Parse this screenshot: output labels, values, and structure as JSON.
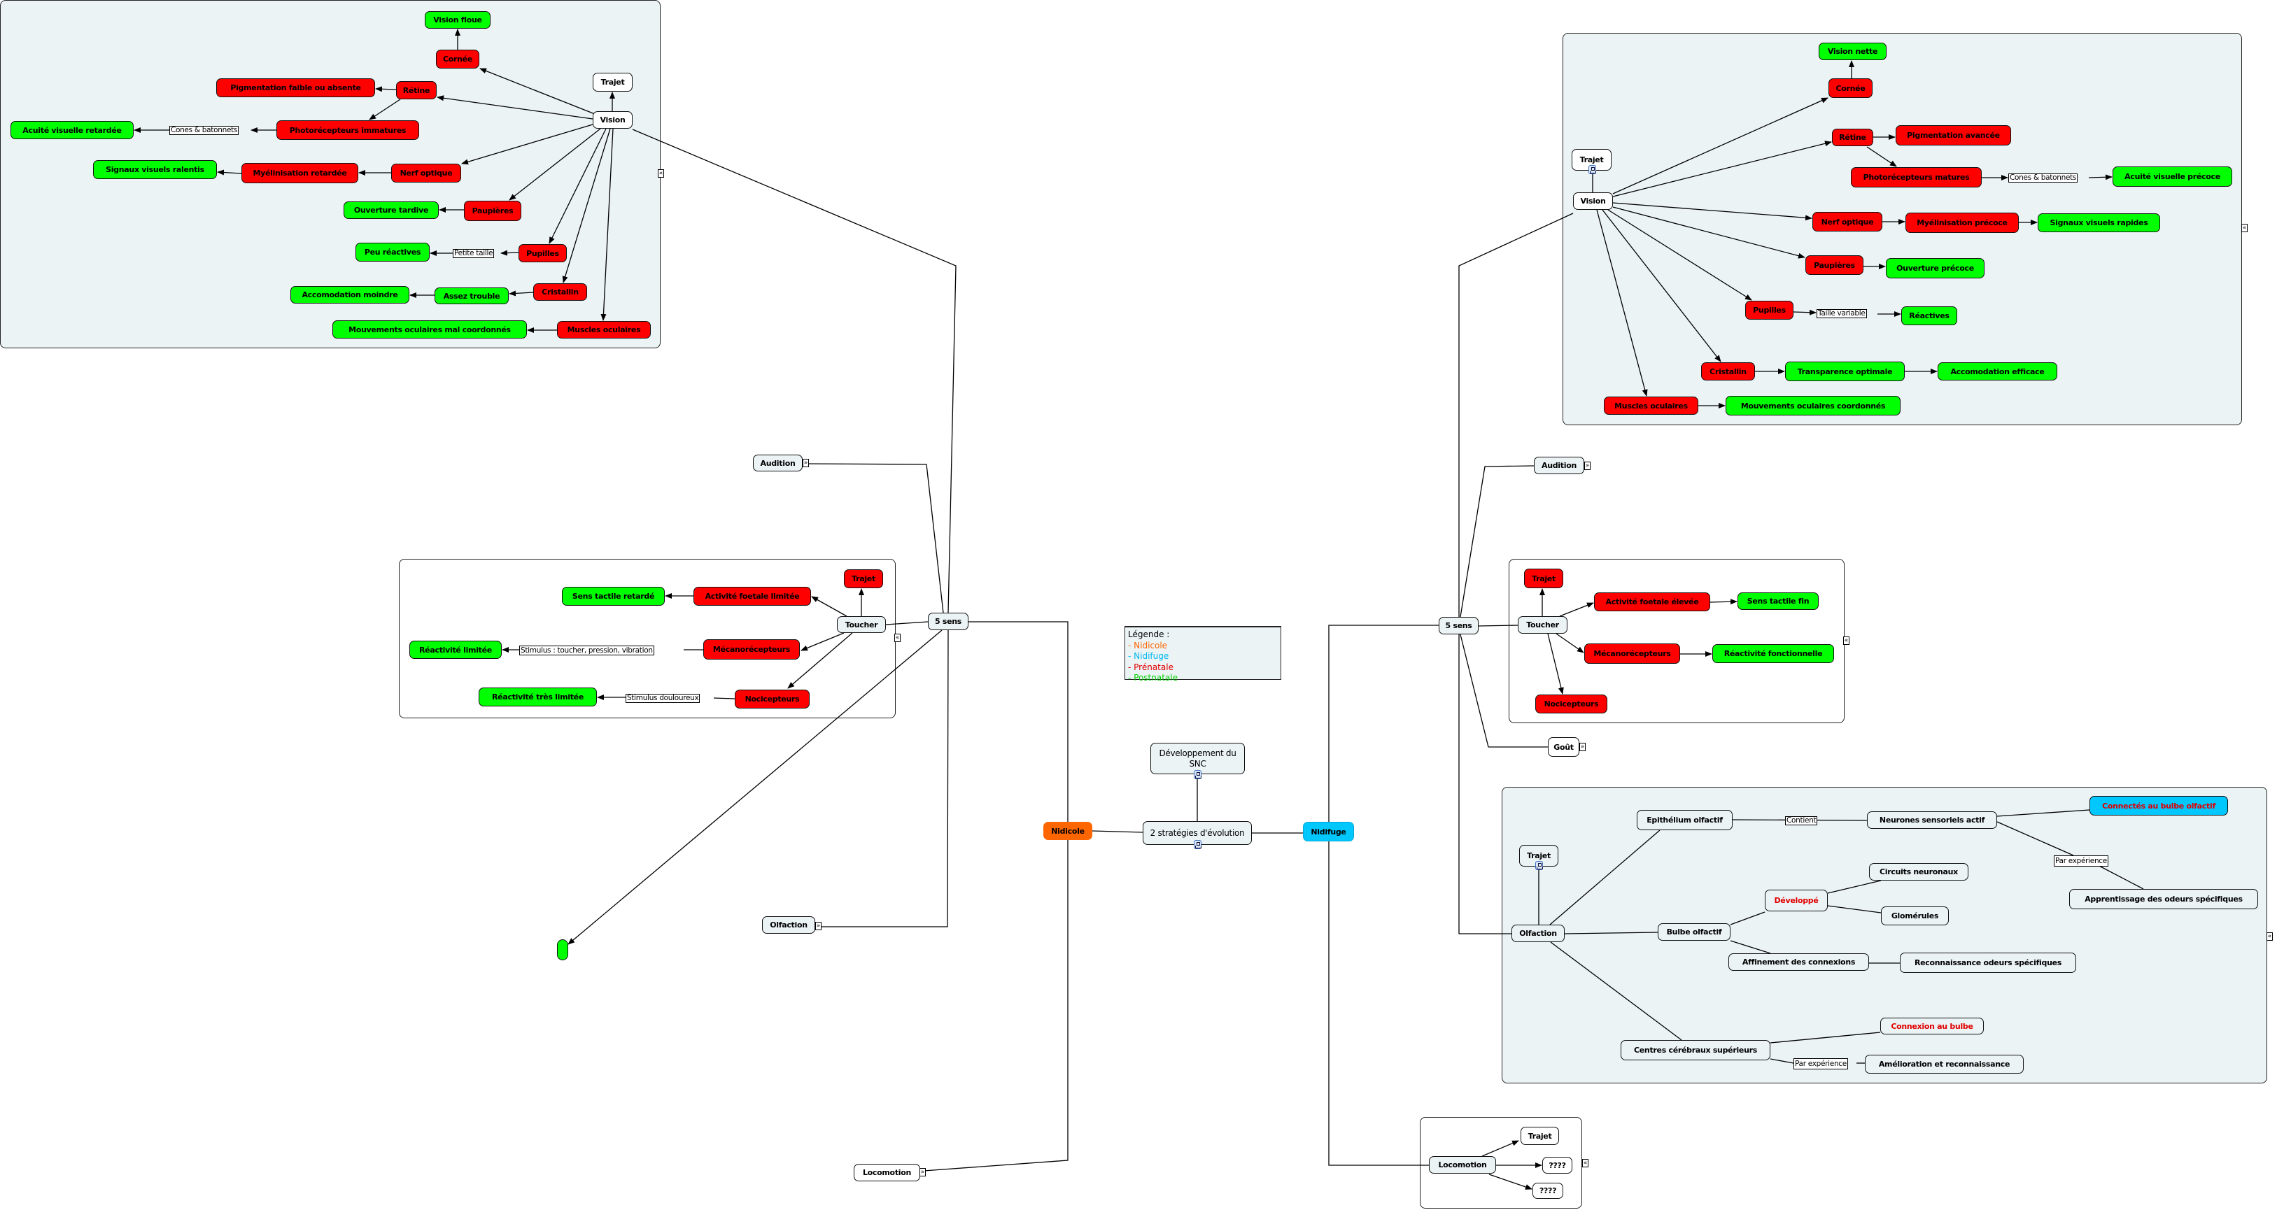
{
  "colors": {
    "prenatale": "#ff0000",
    "postnatale": "#00ff00",
    "nidicole": "#ff6600",
    "nidifuge": "#00c8ff",
    "group_bg": "#ecf3f5"
  },
  "center": {
    "root": "2 stratégies d'évolution",
    "snc": "Développement du SNC",
    "nidicole": "Nidicole",
    "nidifuge": "Nidifuge"
  },
  "legend": {
    "title": "Légende :",
    "nidicole": "- Nidicole",
    "nidifuge": "- Nidifuge",
    "prenatale": "- Prénatale",
    "postnatale": "- Postnatale"
  },
  "nidicole": {
    "cinq_sens": "5 sens",
    "audition": "Audition",
    "olfaction": "Olfaction",
    "locomotion": "Locomotion",
    "vision": {
      "vision": "Vision",
      "trajet": "Trajet",
      "cornee": "Cornée",
      "vision_floue": "Vision floue",
      "retine": "Rétine",
      "pigmentation": "Pigmentation faible ou absente",
      "photorecepteurs": "Photorécepteurs immatures",
      "cones_label": "Cones & batonnets",
      "acuite": "Acuité visuelle retardée",
      "nerf": "Nerf optique",
      "myelinisation": "Myélinisation retardée",
      "signaux": "Signaux visuels ralentis",
      "paupieres": "Paupières",
      "ouverture": "Ouverture tardive",
      "pupilles": "Pupilles",
      "petite_taille": "Petite taille",
      "peu_reactives": "Peu réactives",
      "cristallin": "Cristallin",
      "assez_trouble": "Assez trouble",
      "accomodation": "Accomodation moindre",
      "muscles": "Muscles oculaires",
      "mouvements": "Mouvements oculaires mal coordonnés"
    },
    "toucher": {
      "toucher": "Toucher",
      "trajet": "Trajet",
      "activite": "Activité foetale limitée",
      "sens_tactile": "Sens tactile retardé",
      "mecano": "Mécanorécepteurs",
      "stimulus_label": "Stimulus : toucher, pression, vibration",
      "reactivite": "Réactivité limitée",
      "noci": "Nocicepteurs",
      "douleur_label": "Stimulus douloureux",
      "reactivite_tres": "Réactivité très limitée"
    }
  },
  "nidifuge": {
    "cinq_sens": "5 sens",
    "audition": "Audition",
    "gout": "Goût",
    "vision": {
      "vision": "Vision",
      "trajet": "Trajet",
      "cornee": "Cornée",
      "vision_nette": "Vision nette",
      "retine": "Rétine",
      "pigmentation": "Pigmentation avancée",
      "photorecepteurs": "Photorécepteurs matures",
      "cones_label": "Cones & batonnets",
      "acuite": "Acuité visuelle précoce",
      "nerf": "Nerf optique",
      "myelinisation": "Myélinisation précoce",
      "signaux": "Signaux visuels rapides",
      "paupieres": "Paupières",
      "ouverture": "Ouverture précoce",
      "pupilles": "Pupilles",
      "taille_variable": "Taille variable",
      "reactives": "Réactives",
      "cristallin": "Cristallin",
      "transparence": "Transparence optimale",
      "accomodation": "Accomodation efficace",
      "muscles": "Muscles oculaires",
      "mouvements": "Mouvements oculaires coordonnés"
    },
    "toucher": {
      "toucher": "Toucher",
      "trajet": "Trajet",
      "activite": "Activité foetale élevée",
      "sens_tactile": "Sens tactile fin",
      "mecano": "Mécanorécepteurs",
      "reactivite": "Réactivité fonctionnelle",
      "noci": "Nocicepteurs"
    },
    "olfaction": {
      "olfaction": "Olfaction",
      "trajet": "Trajet",
      "epithelium": "Epithélium olfactif",
      "contient_label": "Contient",
      "neurones": "Neurones sensoriels actif",
      "connectes": "Connectés au bulbe olfactif",
      "par_experience_1": "Par expérience",
      "apprentissage": "Apprentissage des odeurs spécifiques",
      "bulbe": "Bulbe olfactif",
      "developpe": "Développé",
      "circuits": "Circuits neuronaux",
      "glomerules": "Glomérules",
      "affinement": "Affinement des connexions",
      "reconnaissance": "Reconnaissance odeurs spécifiques",
      "centres": "Centres cérébraux supérieurs",
      "connexion": "Connexion au bulbe",
      "par_experience_2": "Par expérience",
      "amelioration": "Amélioration et reconnaissance"
    },
    "locomotion": {
      "locomotion": "Locomotion",
      "trajet": "Trajet",
      "unknown_1": "????",
      "unknown_2": "????"
    }
  }
}
